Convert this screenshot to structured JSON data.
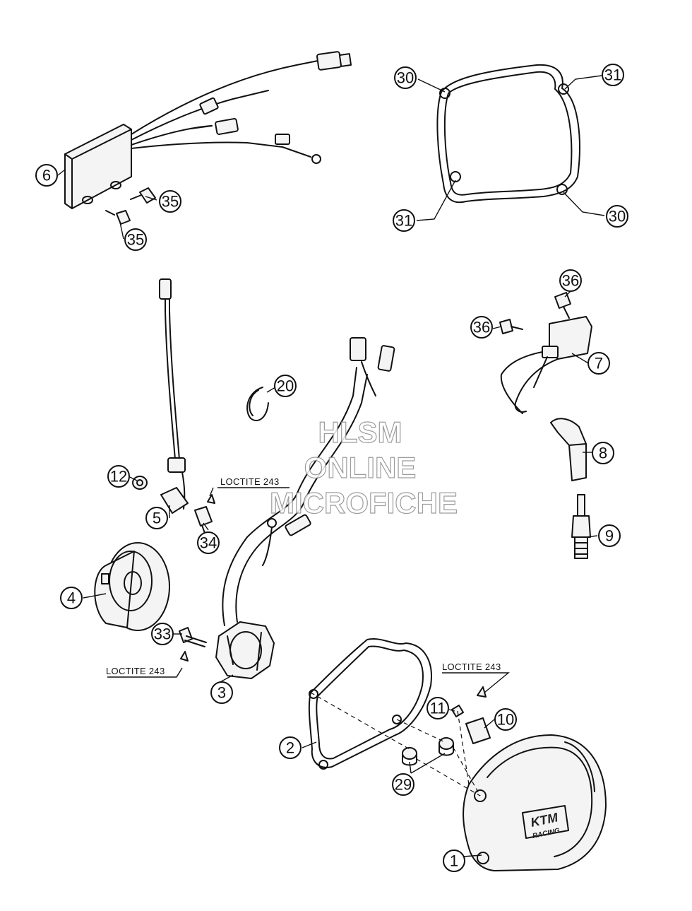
{
  "callouts": [
    {
      "id": "1",
      "label": "1"
    },
    {
      "id": "2",
      "label": "2"
    },
    {
      "id": "3",
      "label": "3"
    },
    {
      "id": "4",
      "label": "4"
    },
    {
      "id": "5",
      "label": "5"
    },
    {
      "id": "6",
      "label": "6"
    },
    {
      "id": "7",
      "label": "7"
    },
    {
      "id": "8",
      "label": "8"
    },
    {
      "id": "9",
      "label": "9"
    },
    {
      "id": "10",
      "label": "10"
    },
    {
      "id": "11",
      "label": "11"
    },
    {
      "id": "12",
      "label": "12"
    },
    {
      "id": "20",
      "label": "20"
    },
    {
      "id": "29",
      "label": "29"
    },
    {
      "id": "30a",
      "label": "30"
    },
    {
      "id": "30b",
      "label": "30"
    },
    {
      "id": "31a",
      "label": "31"
    },
    {
      "id": "31b",
      "label": "31"
    },
    {
      "id": "33",
      "label": "33"
    },
    {
      "id": "34",
      "label": "34"
    },
    {
      "id": "35a",
      "label": "35"
    },
    {
      "id": "35b",
      "label": "35"
    },
    {
      "id": "36a",
      "label": "36"
    },
    {
      "id": "36b",
      "label": "36"
    }
  ],
  "notes": {
    "loctite_upper": "LOCTITE 243",
    "loctite_left": "LOCTITE 243",
    "loctite_right": "LOCTITE 243"
  },
  "watermark": {
    "line1": "HLSM",
    "line2": "ONLINE",
    "line3": "MICROFICHE"
  },
  "cover_logo": {
    "line1": "KTM",
    "line2": "RACING"
  }
}
